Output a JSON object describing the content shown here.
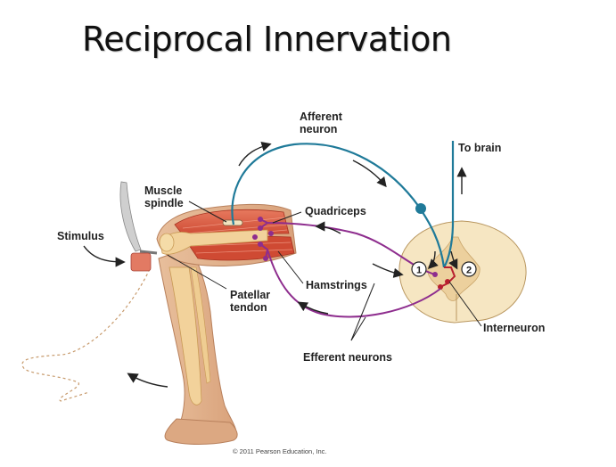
{
  "title": "Reciprocal Innervation",
  "labels": {
    "afferent_neuron": "Afferent\nneuron",
    "to_brain": "To brain",
    "muscle_spindle": "Muscle\nspindle",
    "quadriceps": "Quadriceps",
    "stimulus": "Stimulus",
    "hamstrings": "Hamstrings",
    "patellar_tendon": "Patellar\ntendon",
    "interneuron": "Interneuron",
    "efferent_neurons": "Efferent neurons",
    "marker_1": "1",
    "marker_2": "2"
  },
  "copyright": "© 2011 Pearson Education, Inc.",
  "colors": {
    "afferent": "#1f7a99",
    "efferent": "#8e2d8e",
    "interneuron": "#b81f2e",
    "muscle": "#d9533a",
    "bone": "#f0c98a",
    "skin": "#e3b18c",
    "cord_white": "#f6e6c2",
    "cord_gray": "#e9cc95",
    "hammer": "#c8c8c8",
    "arrow": "#222222"
  },
  "icons": [
    "reflex-hammer-icon",
    "spinal-cord-section-icon"
  ]
}
